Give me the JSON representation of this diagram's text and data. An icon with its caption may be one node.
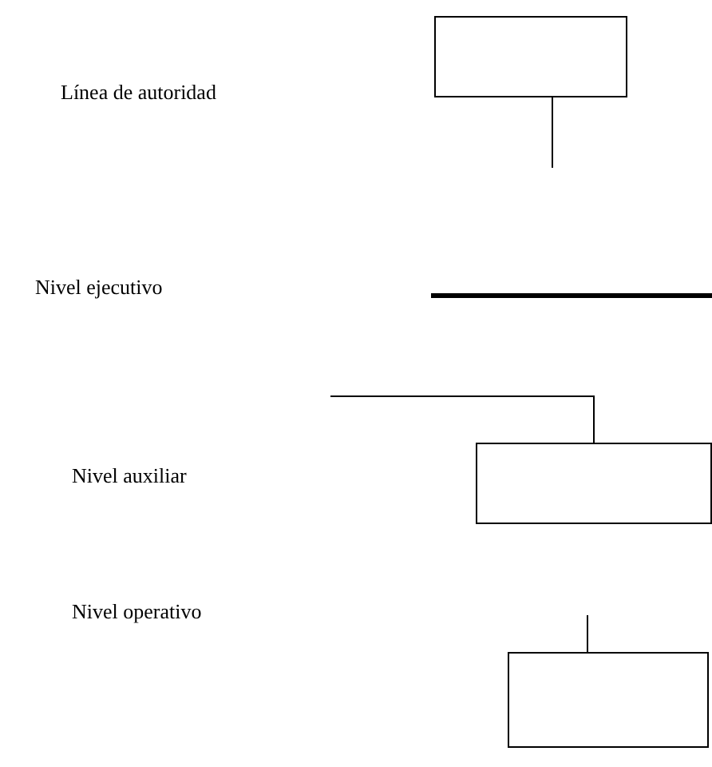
{
  "diagram": {
    "nodes": [
      {
        "text": [],
        "shape": "box"
      },
      {
        "text": [],
        "shape": "box"
      },
      {
        "text": [],
        "shape": "box"
      }
    ],
    "edges": [
      {
        "from": 0,
        "to": null,
        "arrow": "none"
      },
      {
        "from": null,
        "to": 1,
        "arrow": "none"
      },
      {
        "from": null,
        "to": 2,
        "arrow": "none"
      }
    ],
    "labels": [
      "Línea de autoridad",
      "Nivel ejecutivo",
      "Nivel auxiliar",
      "Nivel operativo"
    ]
  }
}
